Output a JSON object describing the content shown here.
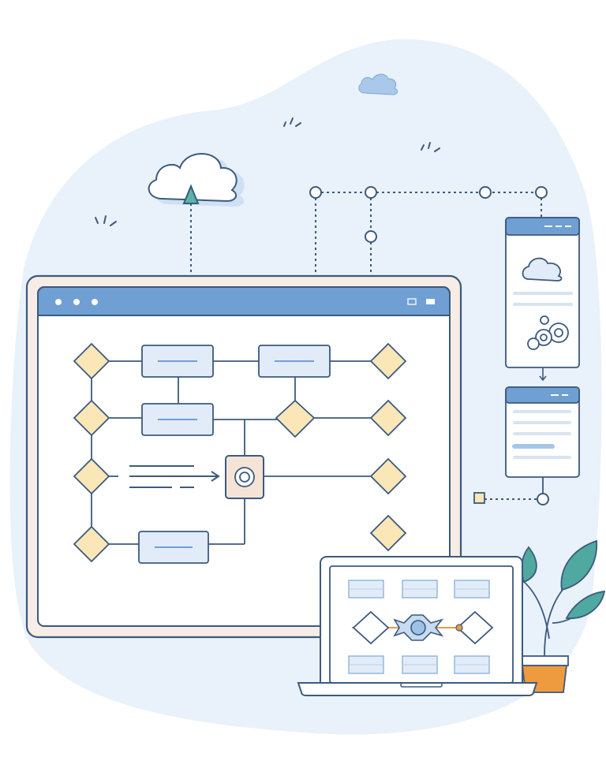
{
  "scene": "workflow-automation-illustration",
  "colors": {
    "stroke": "#3b5a7e",
    "blob": "#e9f1fa",
    "titlebar": "#6f9fd3",
    "panel_fill": "#fbf7f3",
    "diamond_fill": "#fbe6b7",
    "box_fill": "#e1ecf8",
    "teal": "#4fa9a0",
    "orange": "#ee9a3f",
    "connector": "#3b5a7e"
  },
  "icons": [
    "cloud-upload-icon",
    "gear-icon",
    "cloud-icon",
    "gears-icon",
    "plant-icon",
    "target-icon",
    "sparkle-icon"
  ],
  "flowchart": {
    "decision_nodes": 9,
    "process_nodes": 5,
    "central_node": "target-icon"
  },
  "laptop": {
    "top_blocks": 3,
    "bottom_blocks": 3,
    "flow_nodes": 3
  },
  "side_cards": 2
}
